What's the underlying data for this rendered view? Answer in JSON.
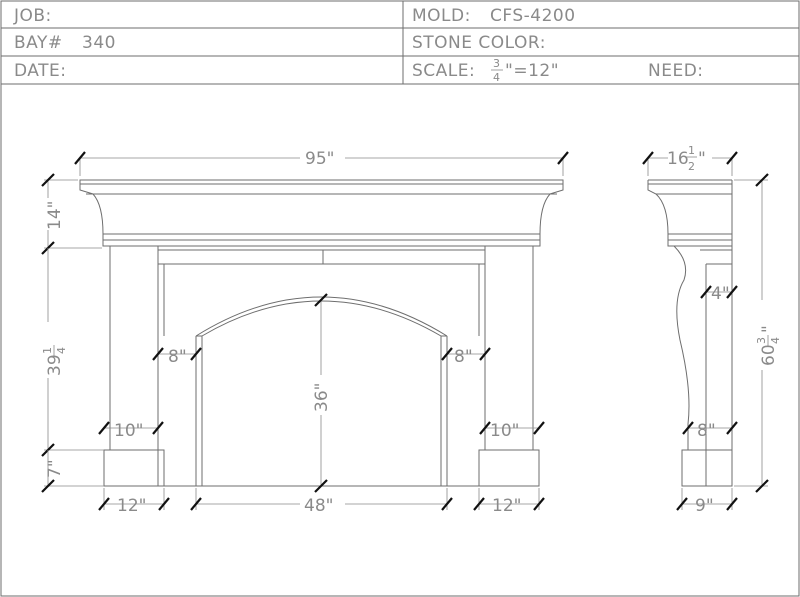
{
  "header": {
    "job_label": "JOB:",
    "job_value": "",
    "bay_label": "BAY#",
    "bay_value": "340",
    "date_label": "DATE:",
    "date_value": "",
    "mold_label": "MOLD:",
    "mold_value": "CFS-4200",
    "stone_color_label": "STONE COLOR:",
    "stone_color_value": "",
    "scale_label": "SCALE:",
    "scale_num": "3",
    "scale_den": "4",
    "scale_rest": "\"=12\"",
    "need_label": "NEED:",
    "need_value": ""
  },
  "front_view": {
    "overall_width": "95\"",
    "shelf_height": "14\"",
    "leg_height_whole": "39",
    "leg_height_num": "1",
    "leg_height_den": "4",
    "plinth_height": "7\"",
    "opening_height": "36\"",
    "jamb_left": "8\"",
    "jamb_right": "8\"",
    "pilaster_left": "10\"",
    "pilaster_right": "10\"",
    "base_left": "12\"",
    "base_right": "12\"",
    "opening_width": "48\""
  },
  "side_view": {
    "depth_whole": "16",
    "depth_num": "1",
    "depth_den": "2",
    "depth_unit": "\"",
    "overall_height_whole": "60",
    "overall_height_num": "3",
    "overall_height_den": "4",
    "overall_height_unit": "\"",
    "top_inset": "4\"",
    "leg_depth": "8\"",
    "base_depth": "9\""
  },
  "colors": {
    "line": "#6e6e6e",
    "text": "#8a8a8a",
    "tick": "#111111",
    "background": "#ffffff"
  }
}
